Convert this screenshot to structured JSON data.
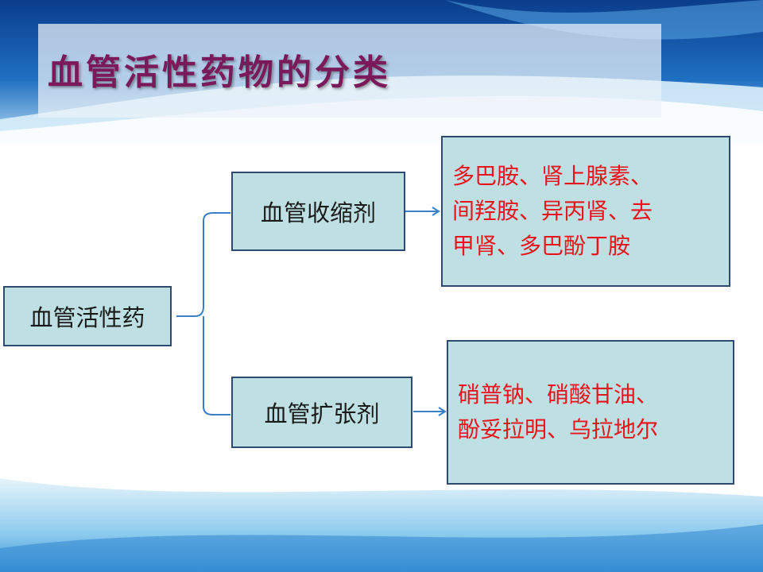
{
  "title": "血管活性药物的分类",
  "root": {
    "label": "血管活性药"
  },
  "branches": [
    {
      "label": "血管收缩剂",
      "examples": [
        "多巴胺、肾上腺素、",
        "间羟胺、异丙肾、去",
        "甲肾、多巴酚丁胺"
      ]
    },
    {
      "label": "血管扩张剂",
      "examples": [
        "硝普钠、硝酸甘油、",
        "酚妥拉明、乌拉地尔"
      ]
    }
  ],
  "colors": {
    "title": "#7a1a5a",
    "box_fill": "#bfe0e3",
    "box_border": "#2e4a6e",
    "connector": "#3a7fc9",
    "example_text": "#e8141c"
  }
}
